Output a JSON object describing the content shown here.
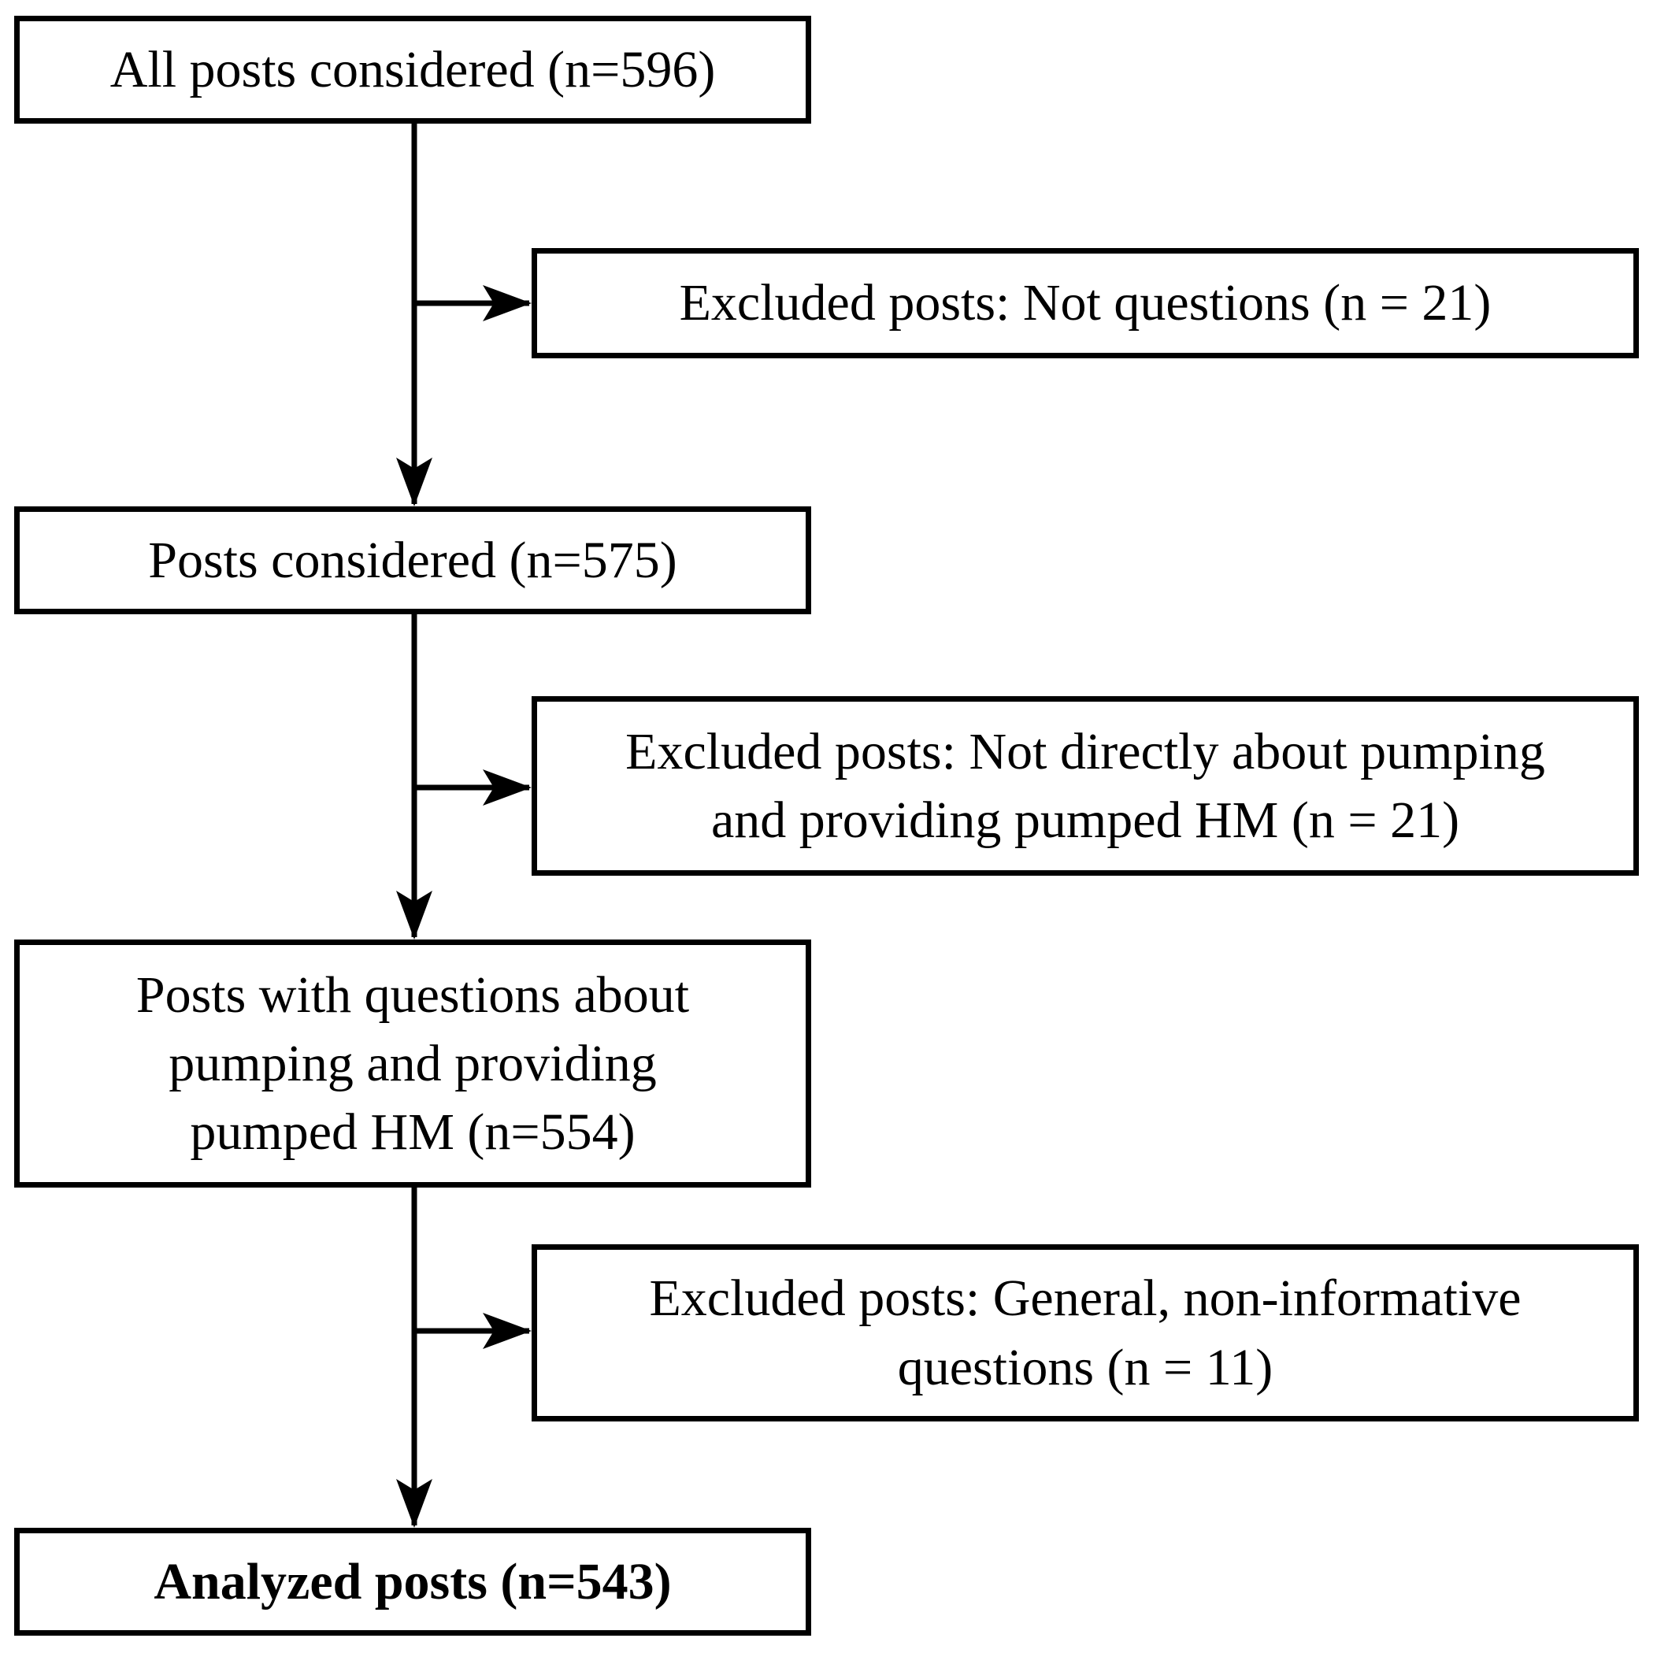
{
  "flowchart": {
    "colors": {
      "line": "#000000",
      "box_border": "#000000",
      "box_fill": "#ffffff",
      "text": "#000000",
      "background": "#ffffff"
    },
    "main_path": [
      {
        "id": "all-posts",
        "count": 596,
        "lines": [
          "All posts considered (n=596)"
        ]
      },
      {
        "id": "posts-considered",
        "count": 575,
        "lines": [
          "Posts considered (n=575)"
        ]
      },
      {
        "id": "posts-with-questions",
        "count": 554,
        "lines": [
          "Posts with questions about",
          "pumping and providing",
          "pumped HM (n=554)"
        ]
      },
      {
        "id": "analyzed-posts",
        "count": 543,
        "lines": [
          "Analyzed posts (n=543)"
        ]
      }
    ],
    "exclusions": [
      {
        "id": "excluded-not-questions",
        "count": 21,
        "lines": [
          "Excluded posts: Not questions (n = 21)"
        ]
      },
      {
        "id": "excluded-not-directly-about-pumping",
        "count": 21,
        "lines": [
          "Excluded posts: Not directly about pumping",
          "and providing pumped HM (n = 21)"
        ]
      },
      {
        "id": "excluded-general-non-informative",
        "count": 11,
        "lines": [
          "Excluded posts: General, non-informative",
          "questions (n = 11)"
        ]
      }
    ]
  }
}
